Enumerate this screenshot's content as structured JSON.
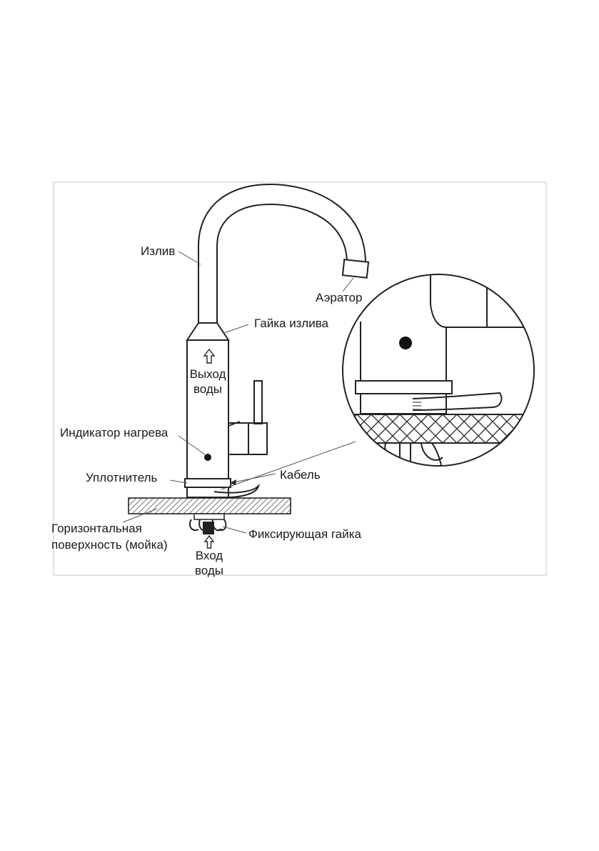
{
  "labels": {
    "spout": "Излив",
    "aerator": "Аэратор",
    "spout_nut": "Гайка излива",
    "water_out_line1": "Выход",
    "water_out_line2": "воды",
    "heat_indicator": "Индикатор нагрева",
    "seal": "Уплотнитель",
    "cable": "Кабель",
    "surface_line1": "Горизонтальная",
    "surface_line2": "поверхность (мойка)",
    "fixing_nut": "Фиксирующая гайка",
    "water_in_line1": "Вход",
    "water_in_line2": "воды"
  },
  "icons": {
    "water_out_arrow": "arrow-up-icon",
    "water_in_arrow": "arrow-up-icon"
  }
}
